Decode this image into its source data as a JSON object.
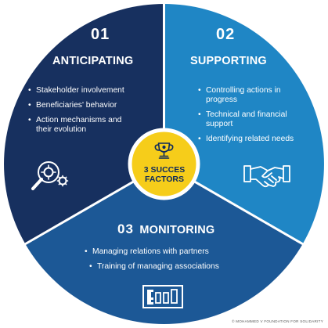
{
  "colors": {
    "anticipating": "#17305f",
    "supporting": "#1f86c5",
    "monitoring": "#1c5896",
    "center": "#f6cd1a",
    "center_text": "#0d2a5c",
    "white": "#ffffff"
  },
  "segments": [
    {
      "number": "01",
      "title": "ANTICIPATING",
      "bullets": [
        "Stakeholder involvement",
        "Beneficiaries' behavior",
        "Action mechanisms and their evolution"
      ],
      "icon": "magnifier-gears-icon"
    },
    {
      "number": "02",
      "title": "SUPPORTING",
      "bullets": [
        "Controlling actions in progress",
        "Technical and financial support",
        "Identifying related needs"
      ],
      "icon": "handshake-icon"
    },
    {
      "number": "03",
      "title": "MONITORING",
      "bullets": [
        "Managing relations with partners",
        "Training of managing associations"
      ],
      "icon": "progress-boxes-icon"
    }
  ],
  "center": {
    "line1": "3 SUCCES",
    "line2": "FACTORS",
    "icon": "trophy-icon"
  },
  "credit": "© MOHAMMED V FOUNDATION FOR SOLIDARITY"
}
